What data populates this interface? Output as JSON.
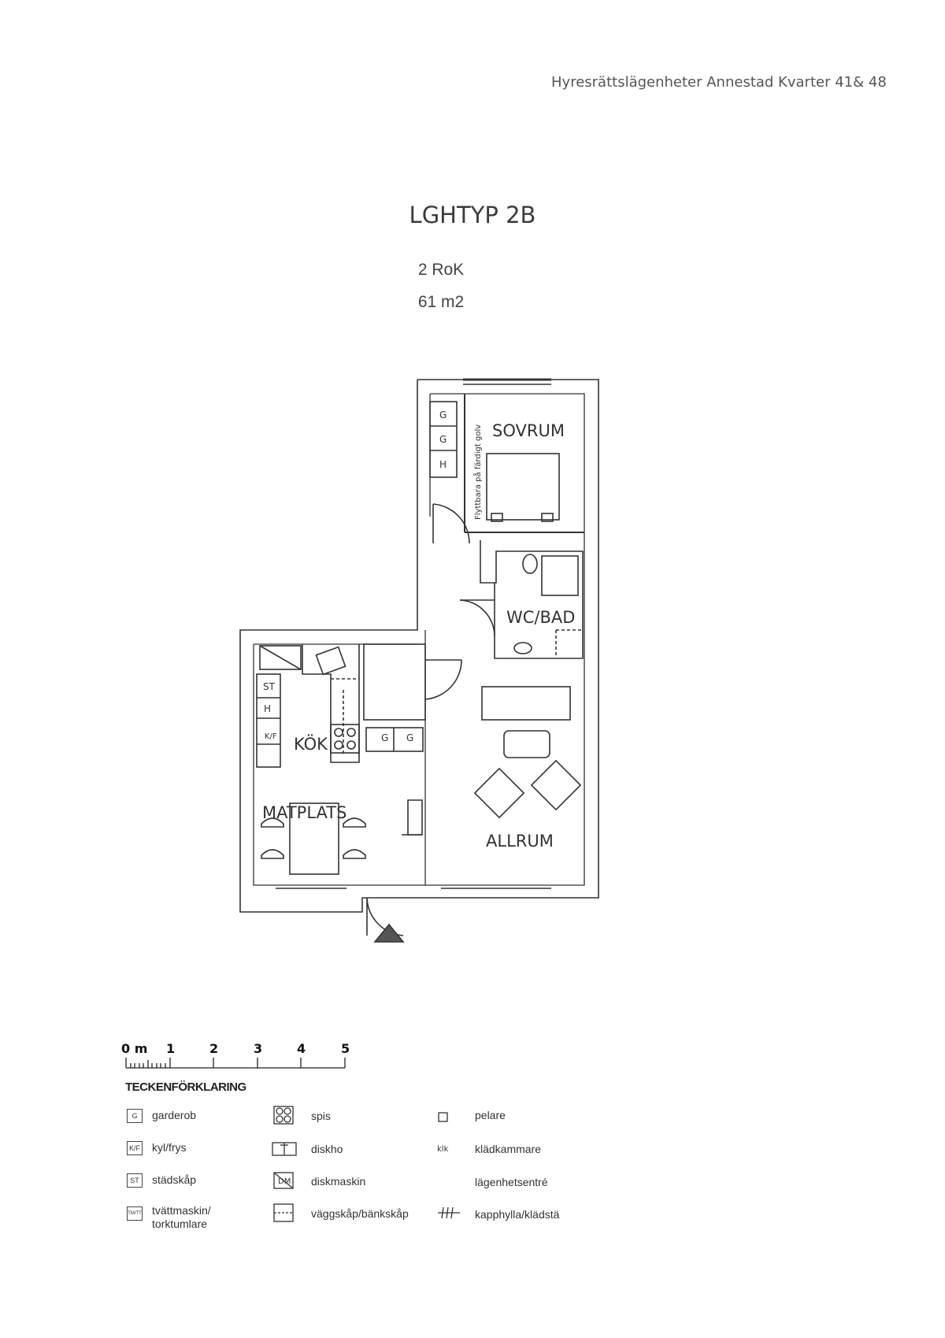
{
  "header": {
    "project": "Hyresrättslägenheter Annestad  Kvarter 41& 48"
  },
  "apartment": {
    "type": "LGHTYP 2B",
    "rooms": "2 RoK",
    "area": "61 m2"
  },
  "plan": {
    "rooms": {
      "sovrum": "SOVRUM",
      "wc_bad": "WC/BAD",
      "kok": "KÖK",
      "allrum": "ALLRUM",
      "matplats": "MATPLATS"
    },
    "note": "Flyttbara på färdigt golv",
    "wardrobe_g": "G",
    "hat_shelf_h": "H",
    "cleaning_st": "ST",
    "fridge_kf": "K/F"
  },
  "scale": {
    "labels": [
      "0 m",
      "1",
      "2",
      "3",
      "4",
      "5"
    ]
  },
  "legend": {
    "title": "TECKENFÖRKLARING",
    "items": [
      {
        "symbol": "G",
        "text": "garderob"
      },
      {
        "symbol": "K/F",
        "text": "kyl/frys"
      },
      {
        "symbol": "ST",
        "text": "städskåp"
      },
      {
        "symbol": "TM/TT",
        "text": "tvättmaskin/\ntorktumlare"
      },
      {
        "symbol": "spis-icon",
        "text": "spis"
      },
      {
        "symbol": "diskho-icon",
        "text": "diskho"
      },
      {
        "symbol": "DM",
        "text": "diskmaskin"
      },
      {
        "symbol": "cabinet-icon",
        "text": "väggskåp/bänkskåp"
      },
      {
        "symbol": "pillar-icon",
        "text": "pelare"
      },
      {
        "symbol": "klk",
        "text": "klädkammare"
      },
      {
        "symbol": "entrance-icon",
        "text": "lägenhetsentré"
      },
      {
        "symbol": "rack-icon",
        "text": "kapphylla/klädstä"
      }
    ]
  }
}
